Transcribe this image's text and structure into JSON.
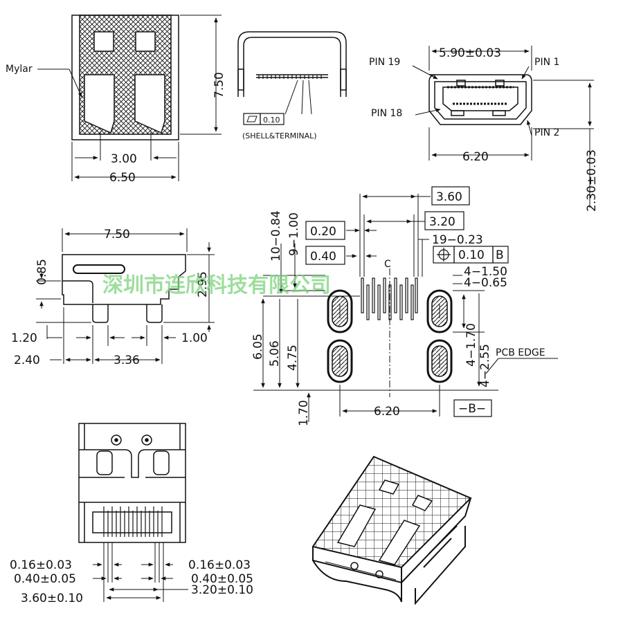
{
  "top_left": {
    "mylar_label": "Mylar",
    "dim_height": "7.50",
    "dim_inner": "3.00",
    "dim_width": "6.50"
  },
  "top_middle": {
    "flatness_value": "0.10",
    "flatness_note": "(SHELL&TERMINAL)"
  },
  "top_right": {
    "pin19": "PIN 19",
    "pin1": "PIN 1",
    "pin18": "PIN 18",
    "pin2": "PIN 2",
    "dim_top": "5.90±0.03",
    "dim_bottom": "6.20",
    "dim_height": "2.30±0.03"
  },
  "side_view": {
    "dim_width": "7.50",
    "dim_085": "0.85",
    "dim_295": "2.95",
    "dim_120": "1.20",
    "dim_100": "1.00",
    "dim_240": "2.40",
    "dim_336": "3.36"
  },
  "pcb_layout": {
    "box_360": "3.60",
    "box_320": "3.20",
    "box_020": "0.20",
    "box_040": "0.40",
    "dim_10_084": "10−0.84",
    "dim_9_100": "9−1.00",
    "dim_19_023": "19−0.23",
    "tol_symbol": "⊕",
    "tol_value": "0.10",
    "tol_datum": "B",
    "centerline": "C",
    "dim_4_150": "4−1.50",
    "dim_4_065": "4−0.65",
    "dim_605": "6.05",
    "dim_506": "5.06",
    "dim_475": "4.75",
    "dim_170v": "1.70",
    "dim_4_170": "4−1.70",
    "dim_4_255": "4−2.55",
    "pcb_edge": "PCB EDGE",
    "dim_620": "6.20",
    "datum_b": "−B−"
  },
  "bottom_view": {
    "left_016": "0.16±0.03",
    "left_040": "0.40±0.05",
    "left_360": "3.60±0.10",
    "right_016": "0.16±0.03",
    "right_040": "0.40±0.05",
    "right_320": "3.20±0.10"
  },
  "watermark": "深圳市连欣科技有限公司"
}
